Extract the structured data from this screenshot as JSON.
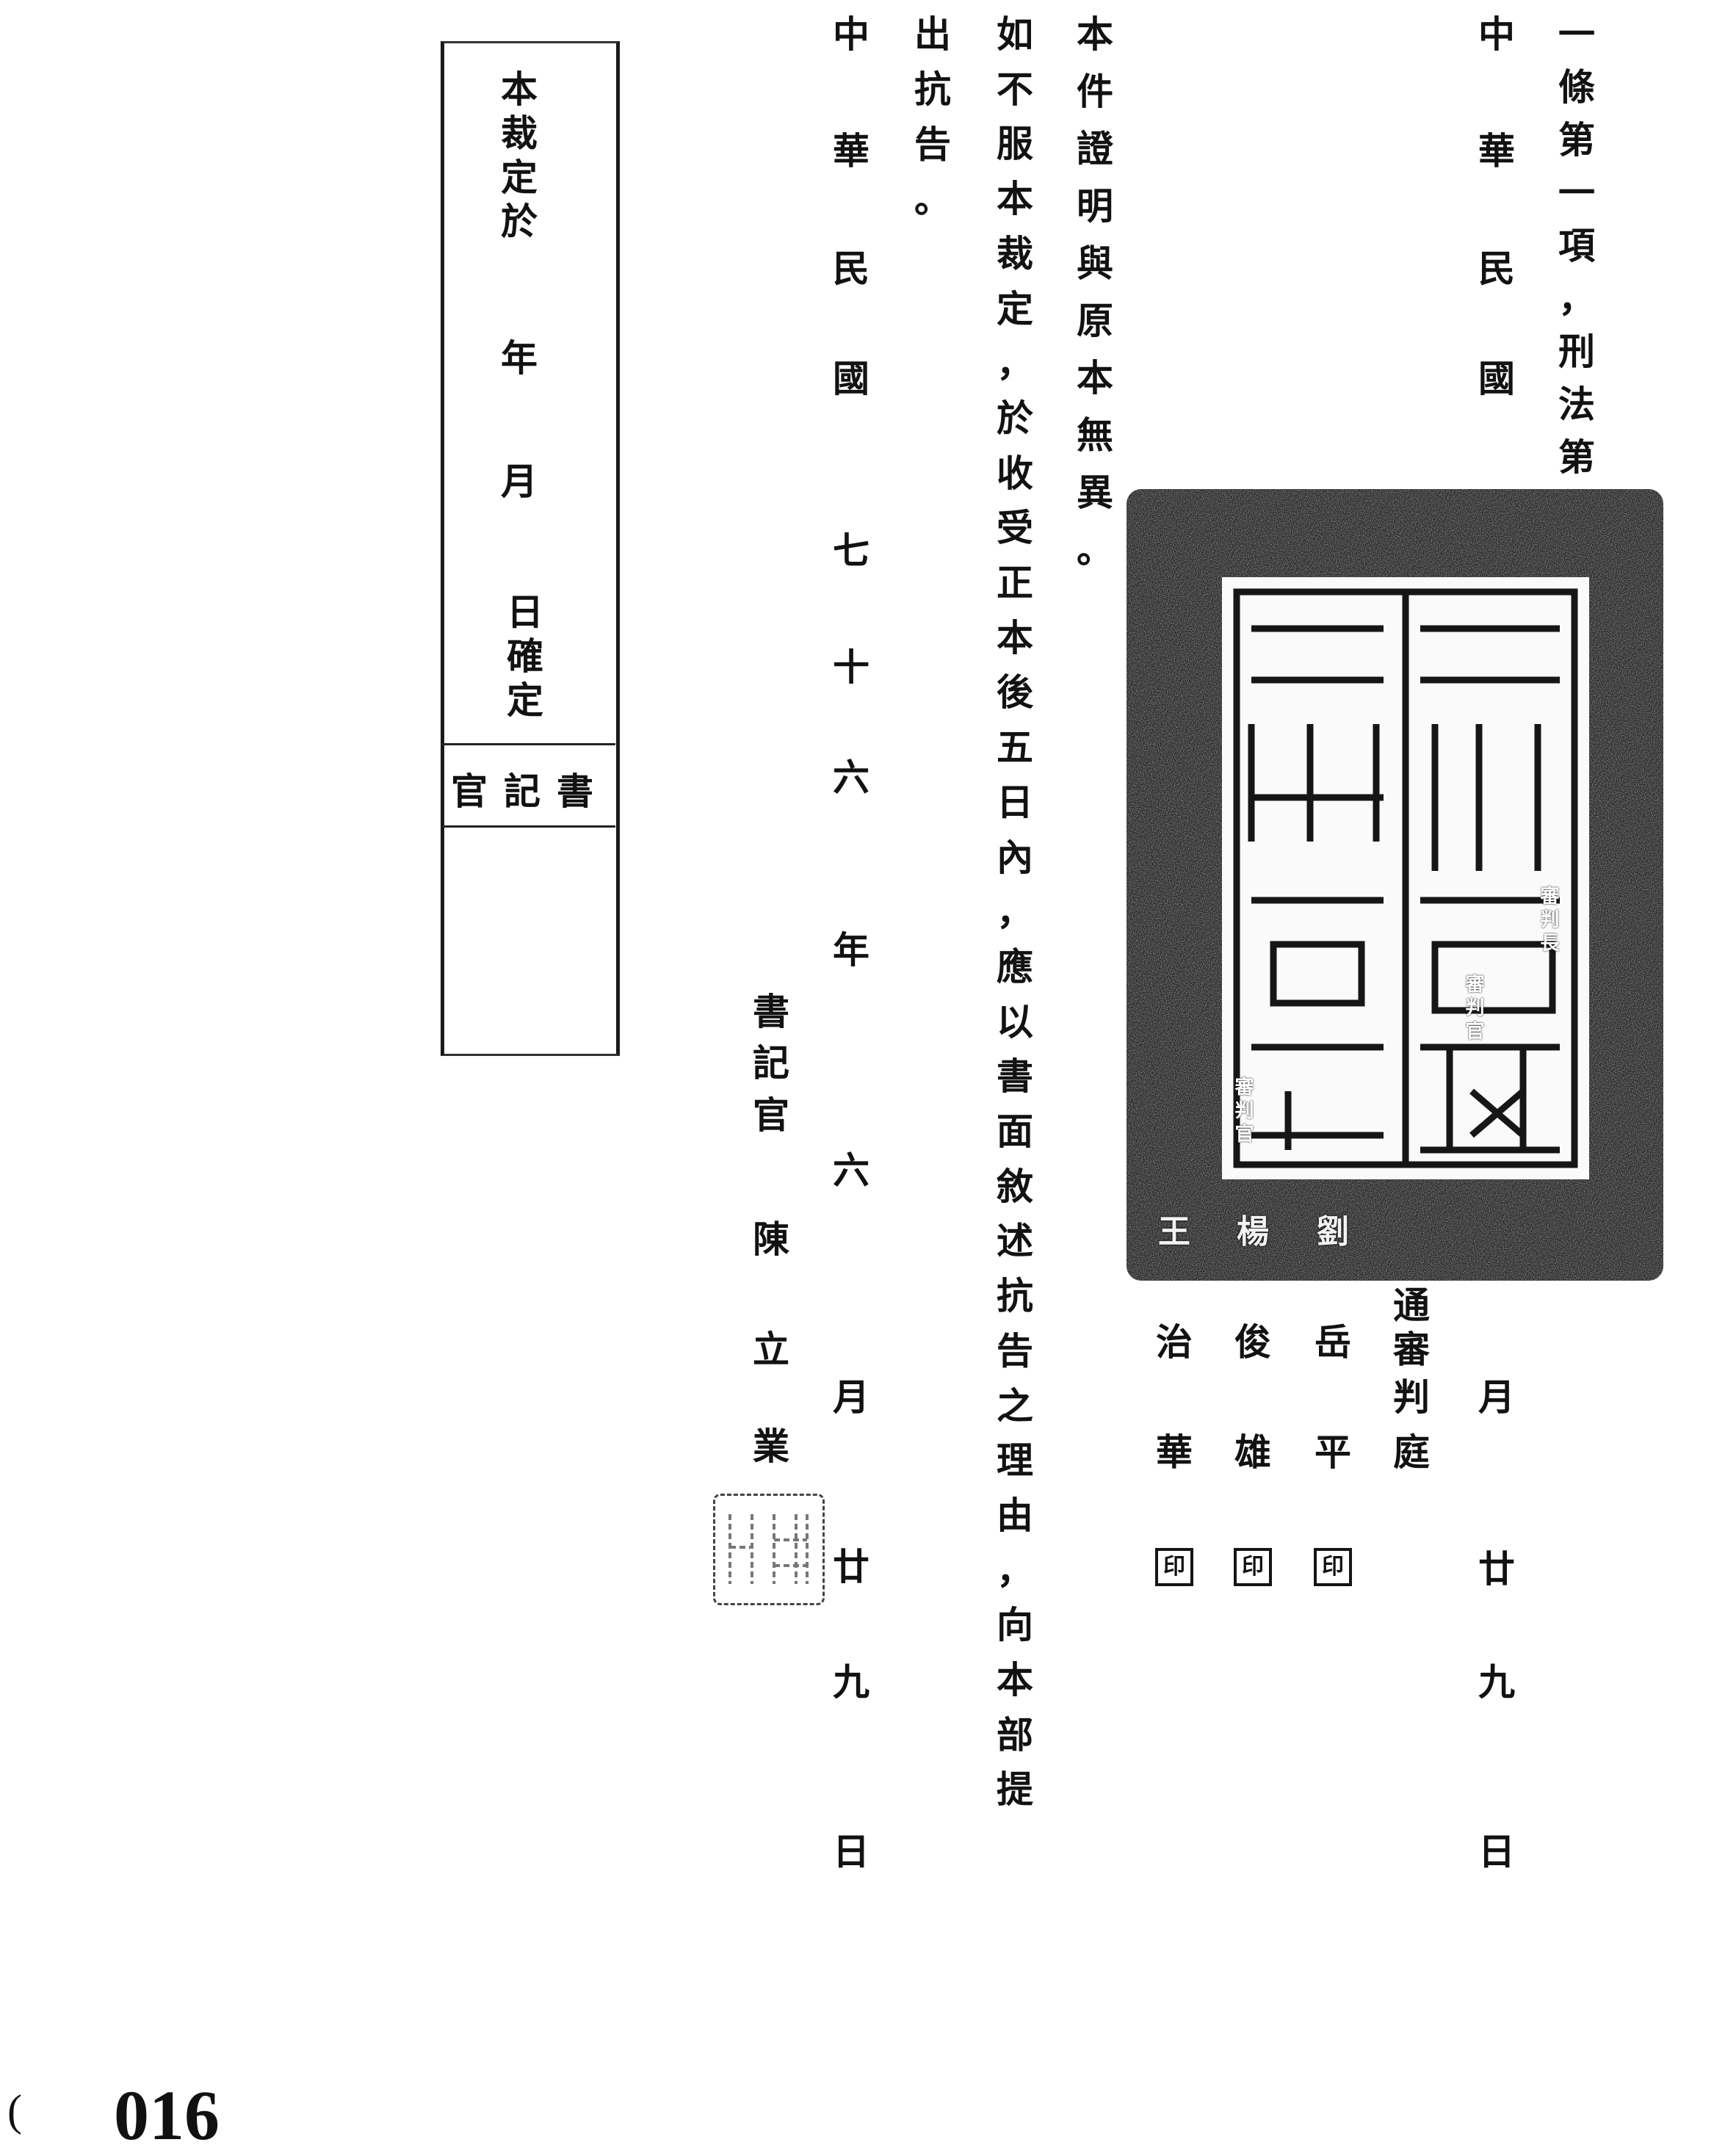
{
  "document": {
    "continuation_line": "一條第一項，刑法第",
    "ruling_date": {
      "era": "中華民國",
      "month": "月",
      "day_tens": "廿",
      "day_units": "九",
      "day_suffix": "日"
    },
    "court": {
      "name_tail": "通審判庭",
      "seal_lettering": "臺灣警備總司令部普通審判庭 審判長 審判官 審判官"
    },
    "judges": [
      {
        "title": "審判長",
        "surname": "劉",
        "given_name": "岳平",
        "seal": "印"
      },
      {
        "title": "審判官",
        "surname": "楊",
        "given_name": "俊雄",
        "seal": "印"
      },
      {
        "title": "審判官",
        "surname": "王",
        "given_name": "治華",
        "seal": "印"
      }
    ],
    "certification": "本件證明與原本無異。",
    "appeal_notice_1": "如不服本裁定，於收受正本後五日內，應以書面敘述抗告之理由，向本部提",
    "appeal_notice_2": "出抗告。",
    "issue_date": {
      "era": "中華民國",
      "year": "七十六",
      "year_suffix": "年",
      "month_num": "六",
      "month": "月",
      "day_tens": "廿",
      "day_units": "九",
      "day_suffix": "日"
    },
    "clerk": {
      "title": "書記官",
      "surname": "陳",
      "given_1": "立",
      "given_2": "業",
      "personal_seal": "陳立業"
    },
    "finality_box": {
      "prefix": "本裁定於",
      "year": "年",
      "month": "月",
      "suffix": "日確定",
      "clerk_label": "官記書"
    },
    "page_number": "016",
    "margin_mark": "("
  }
}
